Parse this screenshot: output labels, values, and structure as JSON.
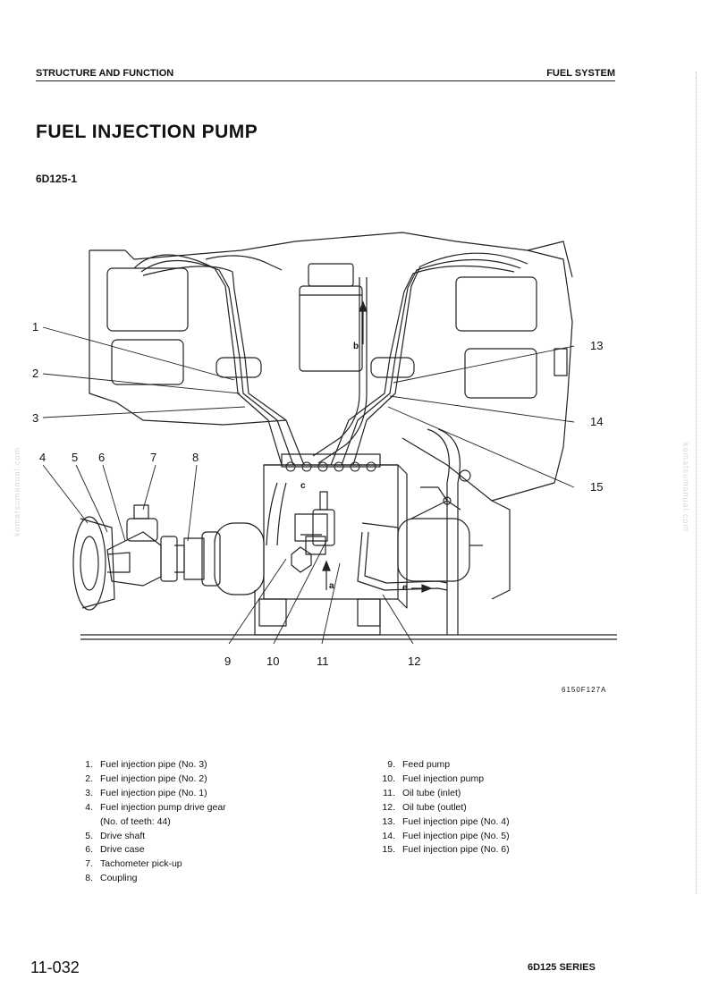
{
  "header": {
    "left": "STRUCTURE AND FUNCTION",
    "right": "FUEL SYSTEM"
  },
  "title": "FUEL INJECTION PUMP",
  "model": "6D125-1",
  "figure": {
    "code": "6150F127A",
    "callouts": [
      "1",
      "2",
      "3",
      "4",
      "5",
      "6",
      "7",
      "8",
      "9",
      "10",
      "11",
      "12",
      "13",
      "14",
      "15"
    ],
    "flow_letters": [
      "a",
      "b",
      "c",
      "e"
    ]
  },
  "legend": {
    "left": [
      {
        "num": "1.",
        "text": "Fuel injection pipe (No. 3)"
      },
      {
        "num": "2.",
        "text": "Fuel injection pipe (No. 2)"
      },
      {
        "num": "3.",
        "text": "Fuel injection pipe (No. 1)"
      },
      {
        "num": "4.",
        "text": "Fuel injection pump drive gear",
        "sub": "(No. of teeth: 44)"
      },
      {
        "num": "5.",
        "text": "Drive shaft"
      },
      {
        "num": "6.",
        "text": "Drive case"
      },
      {
        "num": "7.",
        "text": "Tachometer pick-up"
      },
      {
        "num": "8.",
        "text": "Coupling"
      }
    ],
    "right": [
      {
        "num": "9.",
        "text": "Feed pump"
      },
      {
        "num": "10.",
        "text": "Fuel injection pump"
      },
      {
        "num": "11.",
        "text": "Oil tube (inlet)"
      },
      {
        "num": "12.",
        "text": "Oil tube (outlet)"
      },
      {
        "num": "13.",
        "text": "Fuel injection pipe (No. 4)"
      },
      {
        "num": "14.",
        "text": "Fuel injection pipe (No. 5)"
      },
      {
        "num": "15.",
        "text": "Fuel injection pipe (No. 6)"
      }
    ]
  },
  "footer": {
    "page": "11-032",
    "series": "6D125 SERIES"
  },
  "watermark": "komatsumanual.com"
}
